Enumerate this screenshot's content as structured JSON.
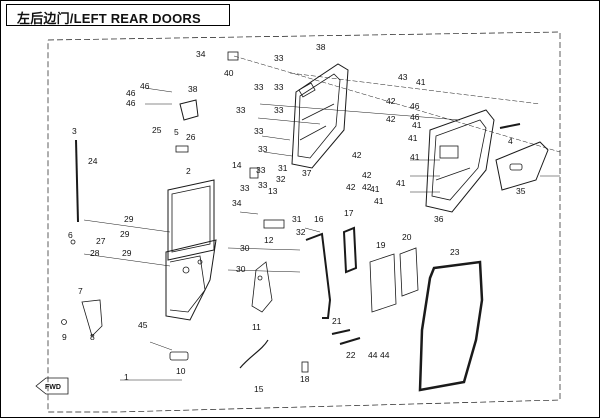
{
  "title": "左后边门/LEFT REAR DOORS",
  "direction_marker": "FWD",
  "callouts": [
    {
      "id": "c38",
      "label": "38"
    },
    {
      "id": "c34a",
      "label": "34"
    },
    {
      "id": "c40",
      "label": "40"
    },
    {
      "id": "c33a",
      "label": "33"
    },
    {
      "id": "c33b",
      "label": "33"
    },
    {
      "id": "c33c",
      "label": "33"
    },
    {
      "id": "c33d",
      "label": "33"
    },
    {
      "id": "c33e",
      "label": "33"
    },
    {
      "id": "c33f",
      "label": "33"
    },
    {
      "id": "c33g",
      "label": "33"
    },
    {
      "id": "c33h",
      "label": "33"
    },
    {
      "id": "c33i",
      "label": "33"
    },
    {
      "id": "c33j",
      "label": "33"
    },
    {
      "id": "c46a",
      "label": "46"
    },
    {
      "id": "c46b",
      "label": "46"
    },
    {
      "id": "c46c",
      "label": "46"
    },
    {
      "id": "c38b",
      "label": "38"
    },
    {
      "id": "c43",
      "label": "43"
    },
    {
      "id": "c41a",
      "label": "41"
    },
    {
      "id": "c41b",
      "label": "41"
    },
    {
      "id": "c41c",
      "label": "41"
    },
    {
      "id": "c41d",
      "label": "41"
    },
    {
      "id": "c41e",
      "label": "41"
    },
    {
      "id": "c41f",
      "label": "41"
    },
    {
      "id": "c41g",
      "label": "41"
    },
    {
      "id": "c42a",
      "label": "42"
    },
    {
      "id": "c42b",
      "label": "42"
    },
    {
      "id": "c42c",
      "label": "42"
    },
    {
      "id": "c42d",
      "label": "42"
    },
    {
      "id": "c42e",
      "label": "42"
    },
    {
      "id": "c42f",
      "label": "42"
    },
    {
      "id": "c46d",
      "label": "46"
    },
    {
      "id": "c46e",
      "label": "46"
    },
    {
      "id": "c3",
      "label": "3"
    },
    {
      "id": "c24",
      "label": "24"
    },
    {
      "id": "c25",
      "label": "25"
    },
    {
      "id": "c5",
      "label": "5"
    },
    {
      "id": "c26",
      "label": "26"
    },
    {
      "id": "c2",
      "label": "2"
    },
    {
      "id": "c14",
      "label": "14"
    },
    {
      "id": "c31a",
      "label": "31"
    },
    {
      "id": "c32a",
      "label": "32"
    },
    {
      "id": "c13",
      "label": "13"
    },
    {
      "id": "c34b",
      "label": "34"
    },
    {
      "id": "c37",
      "label": "37"
    },
    {
      "id": "c36",
      "label": "36"
    },
    {
      "id": "c4",
      "label": "4"
    },
    {
      "id": "c35",
      "label": "35"
    },
    {
      "id": "c29a",
      "label": "29"
    },
    {
      "id": "c29b",
      "label": "29"
    },
    {
      "id": "c29c",
      "label": "29"
    },
    {
      "id": "c31b",
      "label": "31"
    },
    {
      "id": "c32b",
      "label": "32"
    },
    {
      "id": "c12",
      "label": "12"
    },
    {
      "id": "c30a",
      "label": "30"
    },
    {
      "id": "c30b",
      "label": "30"
    },
    {
      "id": "c16",
      "label": "16"
    },
    {
      "id": "c17",
      "label": "17"
    },
    {
      "id": "c19",
      "label": "19"
    },
    {
      "id": "c20",
      "label": "20"
    },
    {
      "id": "c23",
      "label": "23"
    },
    {
      "id": "c6",
      "label": "6"
    },
    {
      "id": "c27",
      "label": "27"
    },
    {
      "id": "c28",
      "label": "28"
    },
    {
      "id": "c7",
      "label": "7"
    },
    {
      "id": "c8",
      "label": "8"
    },
    {
      "id": "c9",
      "label": "9"
    },
    {
      "id": "c45",
      "label": "45"
    },
    {
      "id": "c11",
      "label": "11"
    },
    {
      "id": "c10",
      "label": "10"
    },
    {
      "id": "c1",
      "label": "1"
    },
    {
      "id": "c15",
      "label": "15"
    },
    {
      "id": "c18",
      "label": "18"
    },
    {
      "id": "c21",
      "label": "21"
    },
    {
      "id": "c22",
      "label": "22"
    },
    {
      "id": "c44a",
      "label": "44"
    },
    {
      "id": "c44b",
      "label": "44"
    }
  ]
}
